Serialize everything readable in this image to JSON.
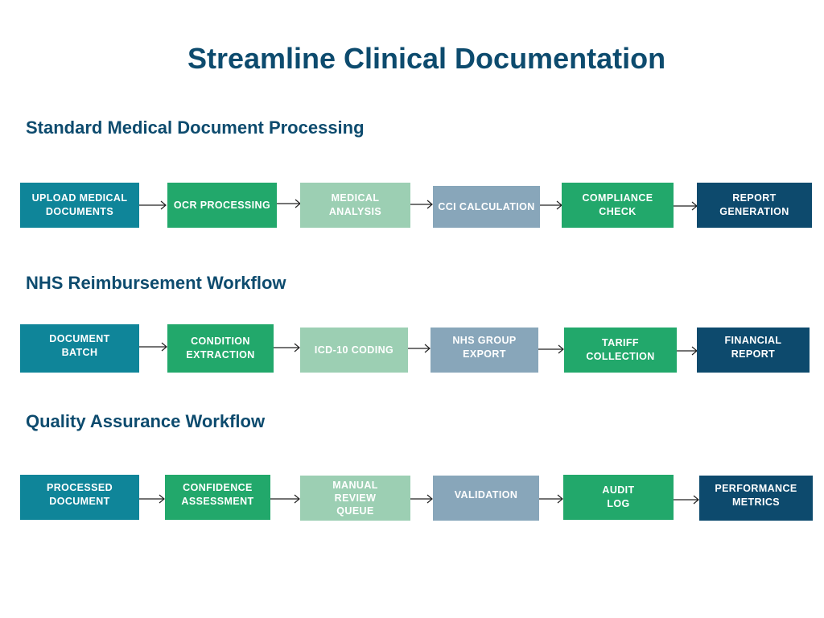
{
  "page": {
    "title": "Streamline Clinical Documentation"
  },
  "colors": {
    "teal": "#0f8599",
    "green": "#22a86b",
    "mint": "#9ccfb3",
    "grey": "#88a6ba",
    "navy": "#0d4a6d",
    "title": "#0d4b6e"
  },
  "workflows": [
    {
      "title": "Standard Medical Document Processing",
      "steps": [
        {
          "label": "UPLOAD MEDICAL\nDOCUMENTS",
          "color": "teal"
        },
        {
          "label": "OCR PROCESSING",
          "color": "green"
        },
        {
          "label": "MEDICAL\nANALYSIS",
          "color": "mint"
        },
        {
          "label": "CCI CALCULATION",
          "color": "grey"
        },
        {
          "label": "COMPLIANCE\nCHECK",
          "color": "green"
        },
        {
          "label": "REPORT\nGENERATION",
          "color": "navy"
        }
      ]
    },
    {
      "title": "NHS Reimbursement Workflow",
      "steps": [
        {
          "label": "DOCUMENT\nBATCH",
          "color": "teal"
        },
        {
          "label": "CONDITION\nEXTRACTION",
          "color": "green"
        },
        {
          "label": "ICD-10 CODING",
          "color": "mint"
        },
        {
          "label": "NHS GROUP\nEXPORT",
          "color": "grey"
        },
        {
          "label": "TARIFF\nCOLLECTION",
          "color": "green"
        },
        {
          "label": "FINANCIAL\nREPORT",
          "color": "navy"
        }
      ]
    },
    {
      "title": "Quality Assurance Workflow",
      "steps": [
        {
          "label": "PROCESSED\nDOCUMENT",
          "color": "teal"
        },
        {
          "label": "CONFIDENCE\nASSESSMENT",
          "color": "green"
        },
        {
          "label": "MANUAL\nREVIEW\nQUEUE",
          "color": "mint"
        },
        {
          "label": "VALIDATION",
          "color": "grey"
        },
        {
          "label": "AUDIT\nLOG",
          "color": "green"
        },
        {
          "label": "PERFORMANCE\nMETRICS",
          "color": "navy"
        }
      ]
    }
  ]
}
